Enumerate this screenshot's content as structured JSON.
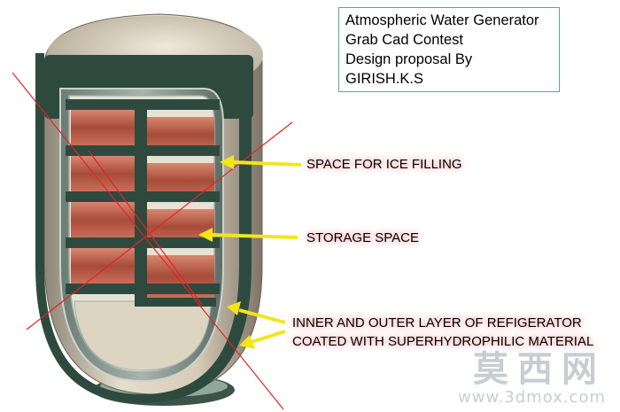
{
  "title_box": {
    "lines": [
      "Atmospheric Water Generator",
      "Grab Cad Contest",
      "Design proposal By",
      "GIRISH.K.S"
    ]
  },
  "callouts": {
    "ice": "SPACE FOR ICE FILLING",
    "storage": "STORAGE SPACE",
    "coating_line1": "INNER AND OUTER LAYER OF REFIGERATOR",
    "coating_line2": "COATED WITH SUPERHYDROPHILIC MATERIAL"
  },
  "watermark": {
    "chinese": "莫西网",
    "url": "www.3dmox.com"
  },
  "colors": {
    "frame": "#2e4a3e",
    "shell": "#d8cfbe",
    "shelf_wood": "#b35a46",
    "arrow": "#f2e61a",
    "cut_lines": "#e32424",
    "title_border": "#4fae8c",
    "watermark": "#c9ccd0"
  }
}
